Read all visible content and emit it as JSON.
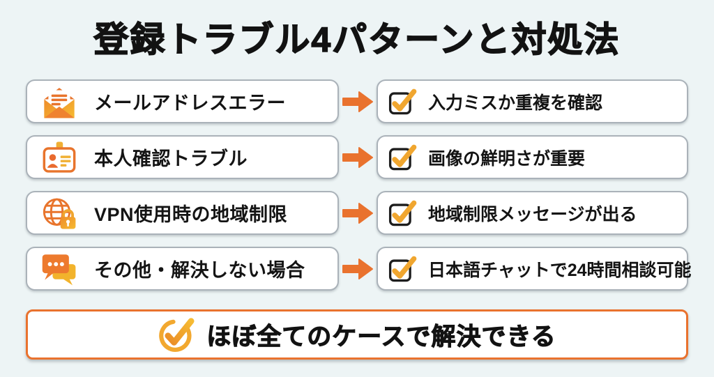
{
  "title": "登録トラブル4パターンと対処法",
  "colors": {
    "background": "#edf4f5",
    "box_border": "#aab2b9",
    "accent_orange": "#e9722e",
    "accent_amber": "#f2a82f",
    "text": "#141414"
  },
  "rows": [
    {
      "problem": "メールアドレスエラー",
      "problem_icon": "envelope-icon",
      "solution_icon": "checkbox-icon",
      "solution": "入力ミスか重複を確認"
    },
    {
      "problem": "本人確認トラブル",
      "problem_icon": "id-card-icon",
      "solution_icon": "checkbox-icon",
      "solution": "画像の鮮明さが重要"
    },
    {
      "problem": "VPN使用時の地域制限",
      "problem_icon": "globe-lock-icon",
      "solution_icon": "checkbox-icon",
      "solution": "地域制限メッセージが出る"
    },
    {
      "problem": "その他・解決しない場合",
      "problem_icon": "chat-icon",
      "solution_icon": "checkbox-icon",
      "solution": "日本語チャットで24時間相談可能"
    }
  ],
  "conclusion": {
    "icon": "check-circle-icon",
    "label": "ほぼ全てのケースで解決できる"
  }
}
